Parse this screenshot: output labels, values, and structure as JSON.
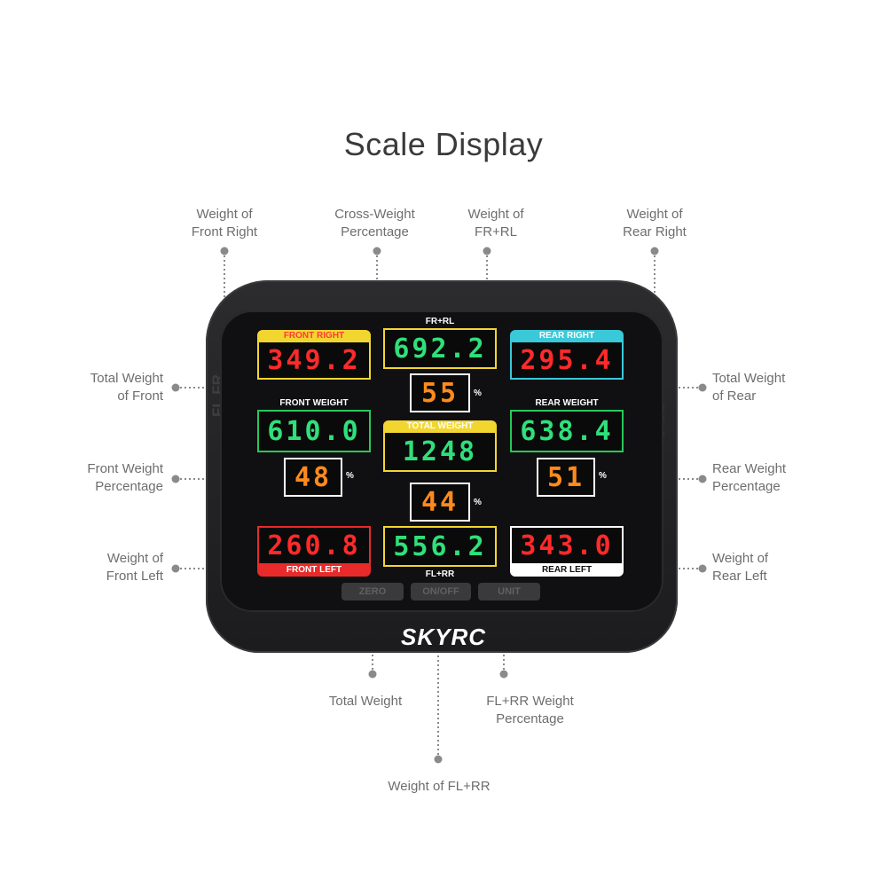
{
  "title": "Scale Display",
  "labels": {
    "weight_front_right": "Weight of\nFront Right",
    "cross_weight_pct": "Cross-Weight\nPercentage",
    "weight_fr_rl": "Weight of\nFR+RL",
    "weight_rear_right": "Weight of\nRear Right",
    "total_weight_front": "Total Weight\nof Front",
    "front_weight_pct": "Front Weight\nPercentage",
    "weight_front_left": "Weight of\nFront Left",
    "total_weight_rear": "Total Weight\nof Rear",
    "rear_weight_pct": "Rear Weight\nPercentage",
    "weight_rear_left": "Weight of\nRear Left",
    "total_weight": "Total Weight",
    "fl_rr_weight_pct": "FL+RR Weight\nPercentage",
    "weight_fl_rr": "Weight of FL+RR"
  },
  "device": {
    "brand": "SKYRC",
    "side_left": "FL FR",
    "side_right": "RR RL",
    "buttons": [
      "ZERO",
      "ON/OFF",
      "UNIT"
    ],
    "percent_sign": "%",
    "displays": {
      "front_right": {
        "label": "FRONT RIGHT",
        "value": "349.2"
      },
      "fr_rl": {
        "label": "FR+RL",
        "value": "692.2"
      },
      "cross_pct": {
        "value": "55"
      },
      "rear_right": {
        "label": "REAR RIGHT",
        "value": "295.4"
      },
      "front_weight": {
        "label": "FRONT WEIGHT",
        "value": "610.0"
      },
      "total_weight": {
        "label": "TOTAL WEIGHT",
        "value": "1248"
      },
      "rear_weight": {
        "label": "REAR WEIGHT",
        "value": "638.4"
      },
      "front_pct": {
        "value": "48"
      },
      "rear_pct": {
        "value": "51"
      },
      "fl_rr_pct": {
        "value": "44"
      },
      "front_left": {
        "label": "FRONT LEFT",
        "value": "260.8"
      },
      "fl_rr": {
        "label": "FL+RR",
        "value": "556.2"
      },
      "rear_left": {
        "label": "REAR LEFT",
        "value": "343.0"
      }
    }
  },
  "colors": {
    "red_digits": "#ff2a2a",
    "green_digits": "#2fe07a",
    "orange_digits": "#ff8a1c",
    "yellow_frame": "#f2d630",
    "cyan_frame": "#39c9d9",
    "green_frame": "#28c85a",
    "red_frame": "#e82a2a",
    "white_frame": "#ffffff"
  }
}
